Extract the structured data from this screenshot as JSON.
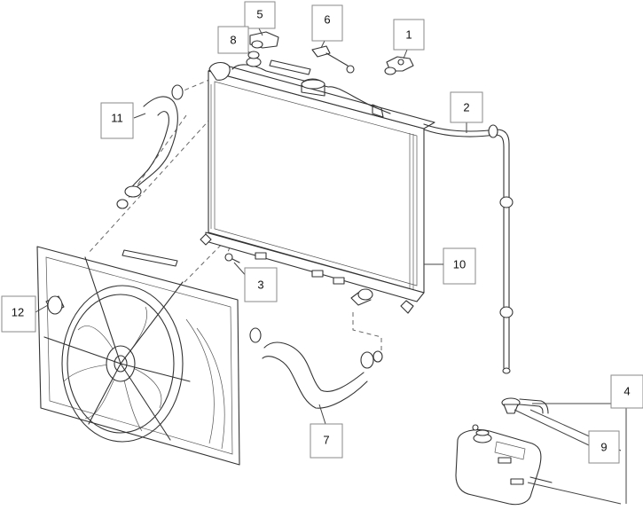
{
  "diagram": {
    "callouts": [
      {
        "id": "c1",
        "label": "1"
      },
      {
        "id": "c2",
        "label": "2"
      },
      {
        "id": "c3",
        "label": "3"
      },
      {
        "id": "c4",
        "label": "4"
      },
      {
        "id": "c5",
        "label": "5"
      },
      {
        "id": "c6",
        "label": "6"
      },
      {
        "id": "c7",
        "label": "7"
      },
      {
        "id": "c8",
        "label": "8"
      },
      {
        "id": "c9",
        "label": "9"
      },
      {
        "id": "c10",
        "label": "10"
      },
      {
        "id": "c11",
        "label": "11"
      },
      {
        "id": "c12",
        "label": "12"
      }
    ],
    "colors": {
      "line": "#333333",
      "label_border": "#8a8a8a",
      "background": "#ffffff"
    }
  }
}
